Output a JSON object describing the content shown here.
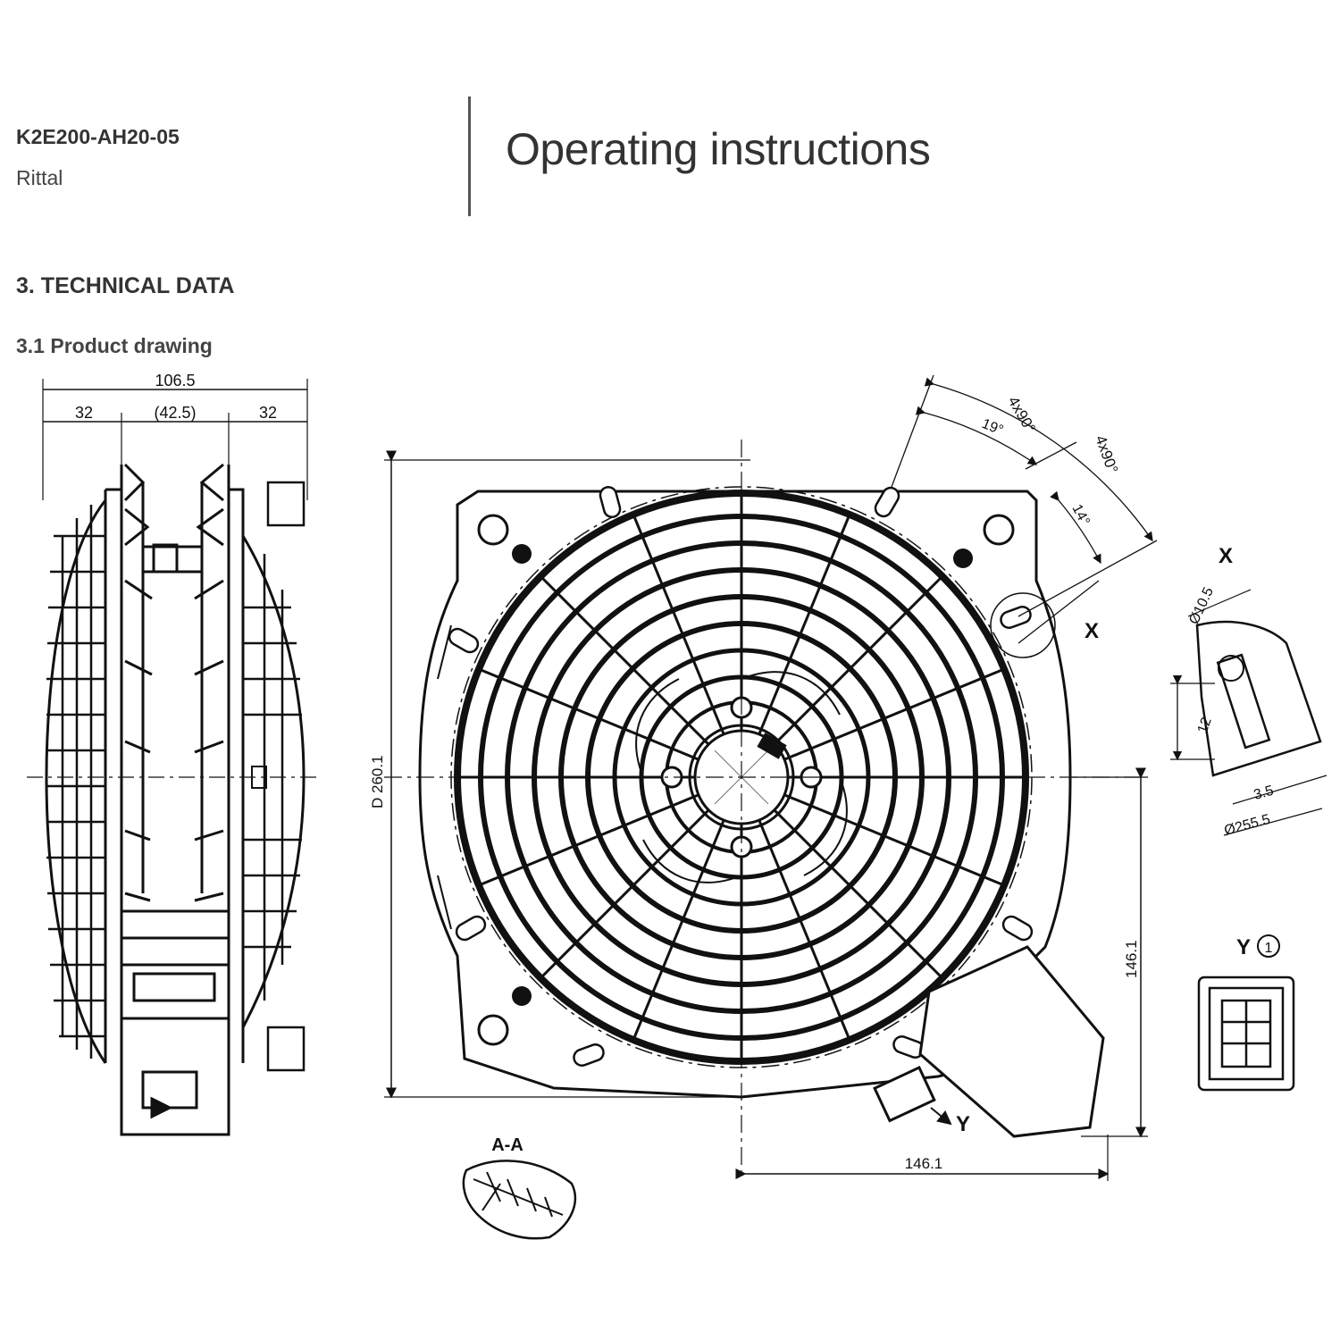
{
  "header": {
    "model": "K2E200-AH20-05",
    "brand": "Rittal",
    "title": "Operating instructions"
  },
  "section": {
    "heading": "3. TECHNICAL DATA",
    "subheading": "3.1 Product drawing"
  },
  "dimensions": {
    "side_total": "106.5",
    "side_left": "32",
    "side_mid": "(42.5)",
    "side_right": "32",
    "diameter": "D 260.1",
    "height_right": "146.1",
    "width_bottom": "146.1",
    "angle_a": "4x90°",
    "angle_b": "4x90°",
    "angle_c": "19°",
    "angle_d": "14°",
    "detail_dia": "Ø10.5",
    "detail_len": "12",
    "detail_off": "3.5",
    "detail_pcd": "Ø255.5"
  },
  "labels": {
    "detail_x_main": "X",
    "detail_x_title": "X",
    "view_y": "Y",
    "view_y_title": "Y",
    "view_y_num": "1",
    "section_aa": "A-A"
  }
}
